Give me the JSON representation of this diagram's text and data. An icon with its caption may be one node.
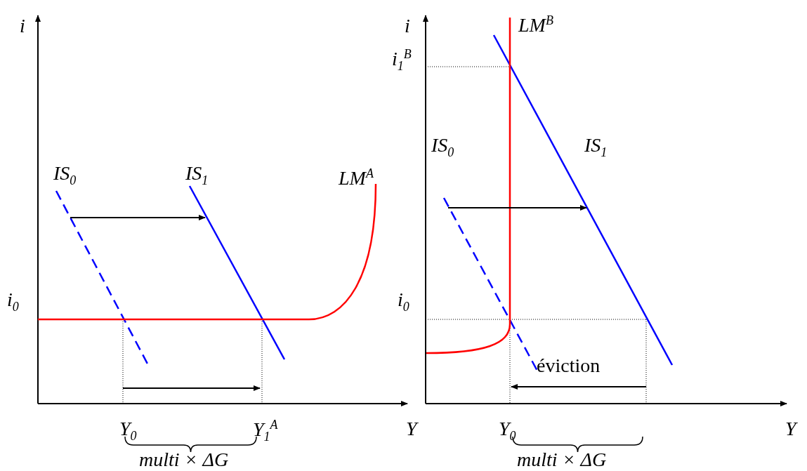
{
  "diagram": {
    "labels": [
      "i",
      "IS$_{0}$",
      "IS$_{1}$",
      "LM$^{A}$",
      "i$_{0}$",
      "Y",
      "Y$_{0}$",
      "Y$_{1}$$^{A}$",
      "multi × ΔG",
      "i",
      "LM$^{B}$",
      "i$_{1}$$^{B}$",
      "IS$_{0}$",
      "IS$_{1}$",
      "i$_{0}$",
      "éviction",
      "Y$_{0}$",
      "multi × ΔG",
      "Y"
    ]
  }
}
